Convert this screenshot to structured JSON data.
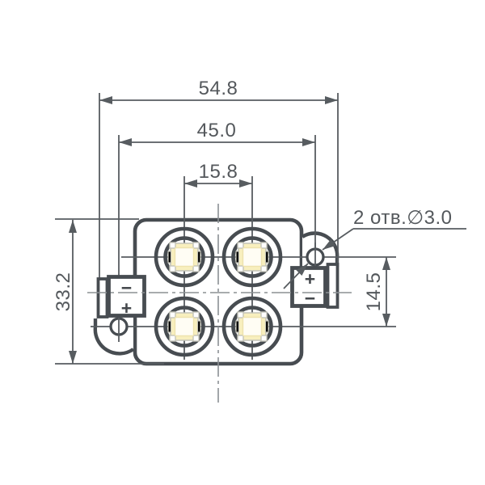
{
  "dimensions": {
    "overall_width": "54.8",
    "mounting_hole_spacing": "45.0",
    "led_pitch_horizontal": "15.8",
    "module_height": "33.2",
    "led_pitch_vertical": "14.5"
  },
  "annotations": {
    "holes_note": "2 отв.∅3.0"
  },
  "connectors": {
    "left": {
      "top_sign": "−",
      "bottom_sign": "+"
    },
    "right": {
      "top_sign": "+",
      "bottom_sign": "−"
    }
  },
  "colors": {
    "outline": "#474c51",
    "dimension_lines": "#575c60",
    "centerline": "#8b9094",
    "text": "#54585c",
    "led_chip_fill": "#f8efbe",
    "led_chip_center": "#fffdf4",
    "led_chip_border": "#c3c3b8",
    "background": "#ffffff"
  }
}
